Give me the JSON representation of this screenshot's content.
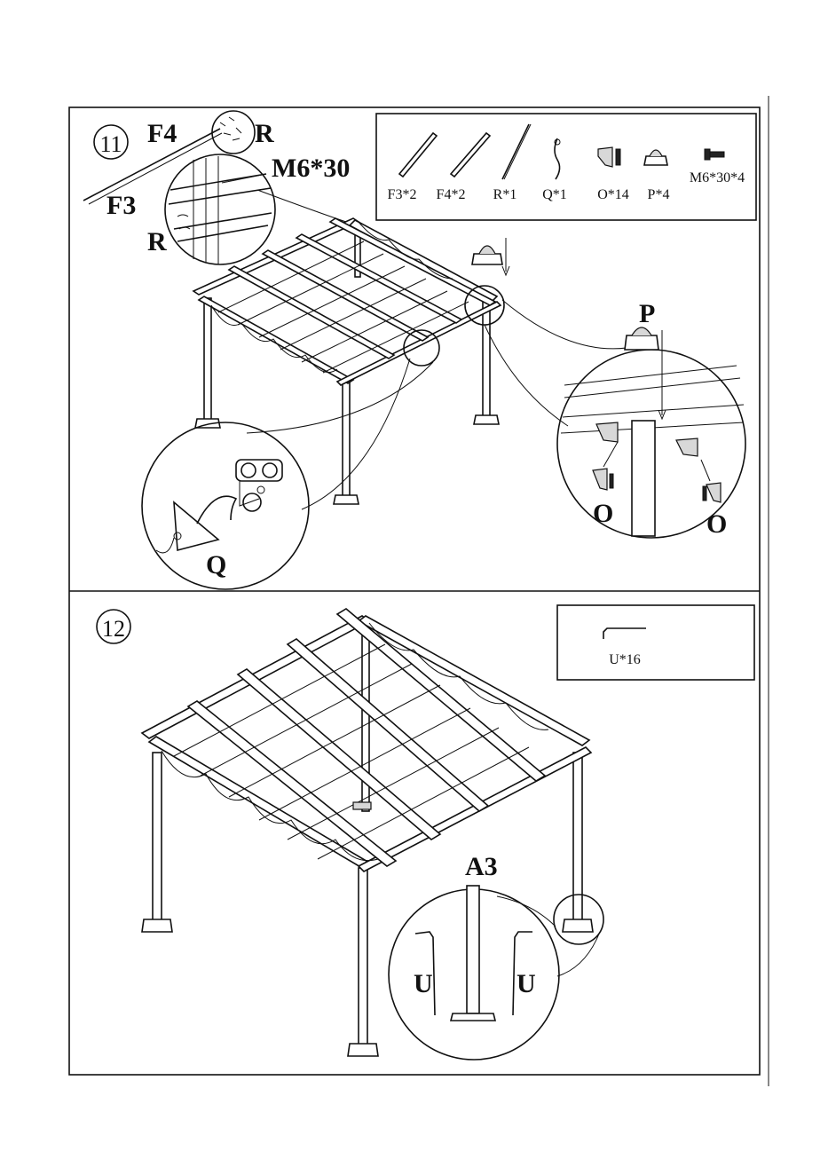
{
  "steps": [
    {
      "number": "11",
      "callouts": {
        "f4": "F4",
        "r_top": "R",
        "m6": "M6*30",
        "f3": "F3",
        "r_left": "R",
        "p": "P",
        "o_left": "O",
        "o_right": "O",
        "q": "Q"
      },
      "parts": [
        {
          "label": "F3*2",
          "icon": "tube-icon"
        },
        {
          "label": "F4*2",
          "icon": "tube-icon"
        },
        {
          "label": "R*1",
          "icon": "rod-icon"
        },
        {
          "label": "Q*1",
          "icon": "hook-icon"
        },
        {
          "label": "O*14",
          "icon": "clip-icon"
        },
        {
          "label": "P*4",
          "icon": "cap-icon"
        },
        {
          "label": "M6*30*4",
          "icon": "bolt-icon"
        }
      ]
    },
    {
      "number": "12",
      "callouts": {
        "a3": "A3",
        "u_left": "U",
        "u_right": "U"
      },
      "parts": [
        {
          "label": "U*16",
          "icon": "stake-icon"
        }
      ]
    }
  ]
}
